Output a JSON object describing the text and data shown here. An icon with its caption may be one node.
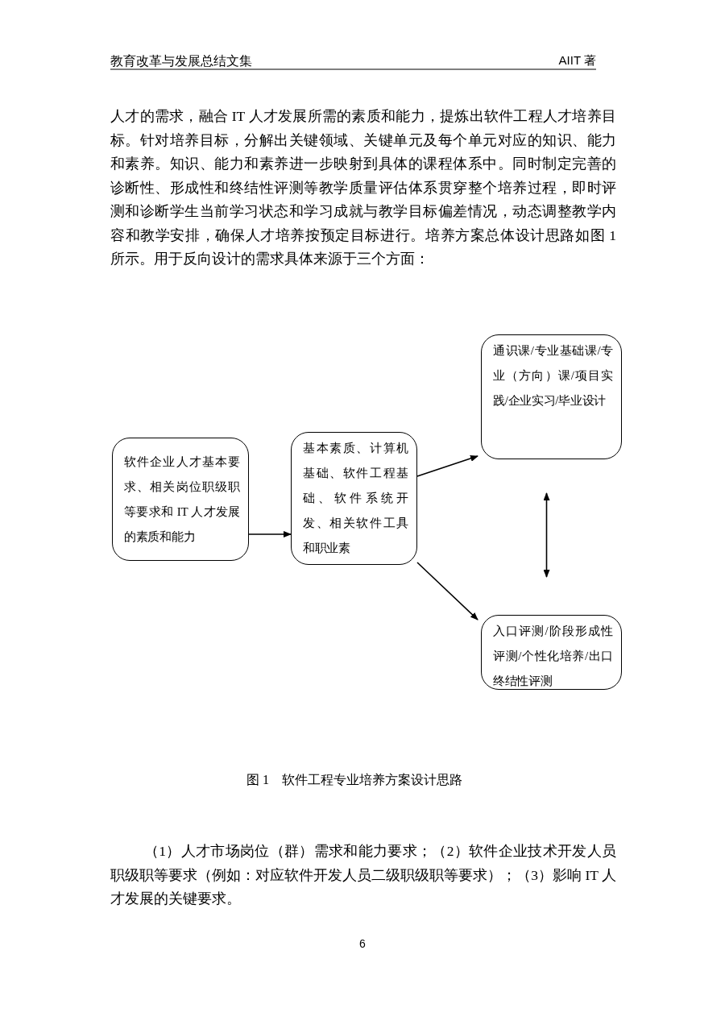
{
  "diagram": {
    "caption": "图 1　软件工程专业培养方案设计思路",
    "nodes": [
      {
        "text": [
          "软件企业人才基本要求、相关岗位职级职等要求和 IT 人才发展的素质和能力"
        ]
      },
      {
        "text": [
          "基本素质、计算机基础、软件工程基础、软件系统开发、相关软件工具和职业素"
        ]
      },
      {
        "text": [
          "通识课/专业基础课/专业（方向）课/项目实践/企业实习/毕业设计"
        ]
      },
      {
        "text": [
          "入口评测/阶段形成性评测/个性化培养/出口终结性评测"
        ]
      }
    ],
    "edges": [
      {
        "from": 0,
        "to": 1,
        "arrow": "to"
      },
      {
        "from": 1,
        "to": 2,
        "arrow": "to"
      },
      {
        "from": 1,
        "to": 3,
        "arrow": "to"
      },
      {
        "from": 2,
        "to": 3,
        "arrow": "both"
      }
    ],
    "labels": [
      "教育改革与发展总结文集",
      "AIIT 著",
      "人才的需求，融合 IT 人才发展所需的素质和能力，提炼出软件工程人才培养目标。针对培养目标，分解出关键领域、关键单元及每个单元对应的知识、能力和素养。知识、能力和素养进一步映射到具体的课程体系中。同时制定完善的诊断性、形成性和终结性评测等教学质量评估体系贯穿整个培养过程，即时评测和诊断学生当前学习状态和学习成就与教学目标偏差情况，动态调整教学内容和教学安排，确保人才培养按预定目标进行。培养方案总体设计思路如图 1 所示。用于反向设计的需求具体来源于三个方面：",
      "（1）人才市场岗位（群）需求和能力要求；（2）软件企业技术开发人员职级职等要求（例如：对应软件开发人员二级职级职等要求）；（3）影响 IT 人才发展的关键要求。",
      "6"
    ]
  }
}
